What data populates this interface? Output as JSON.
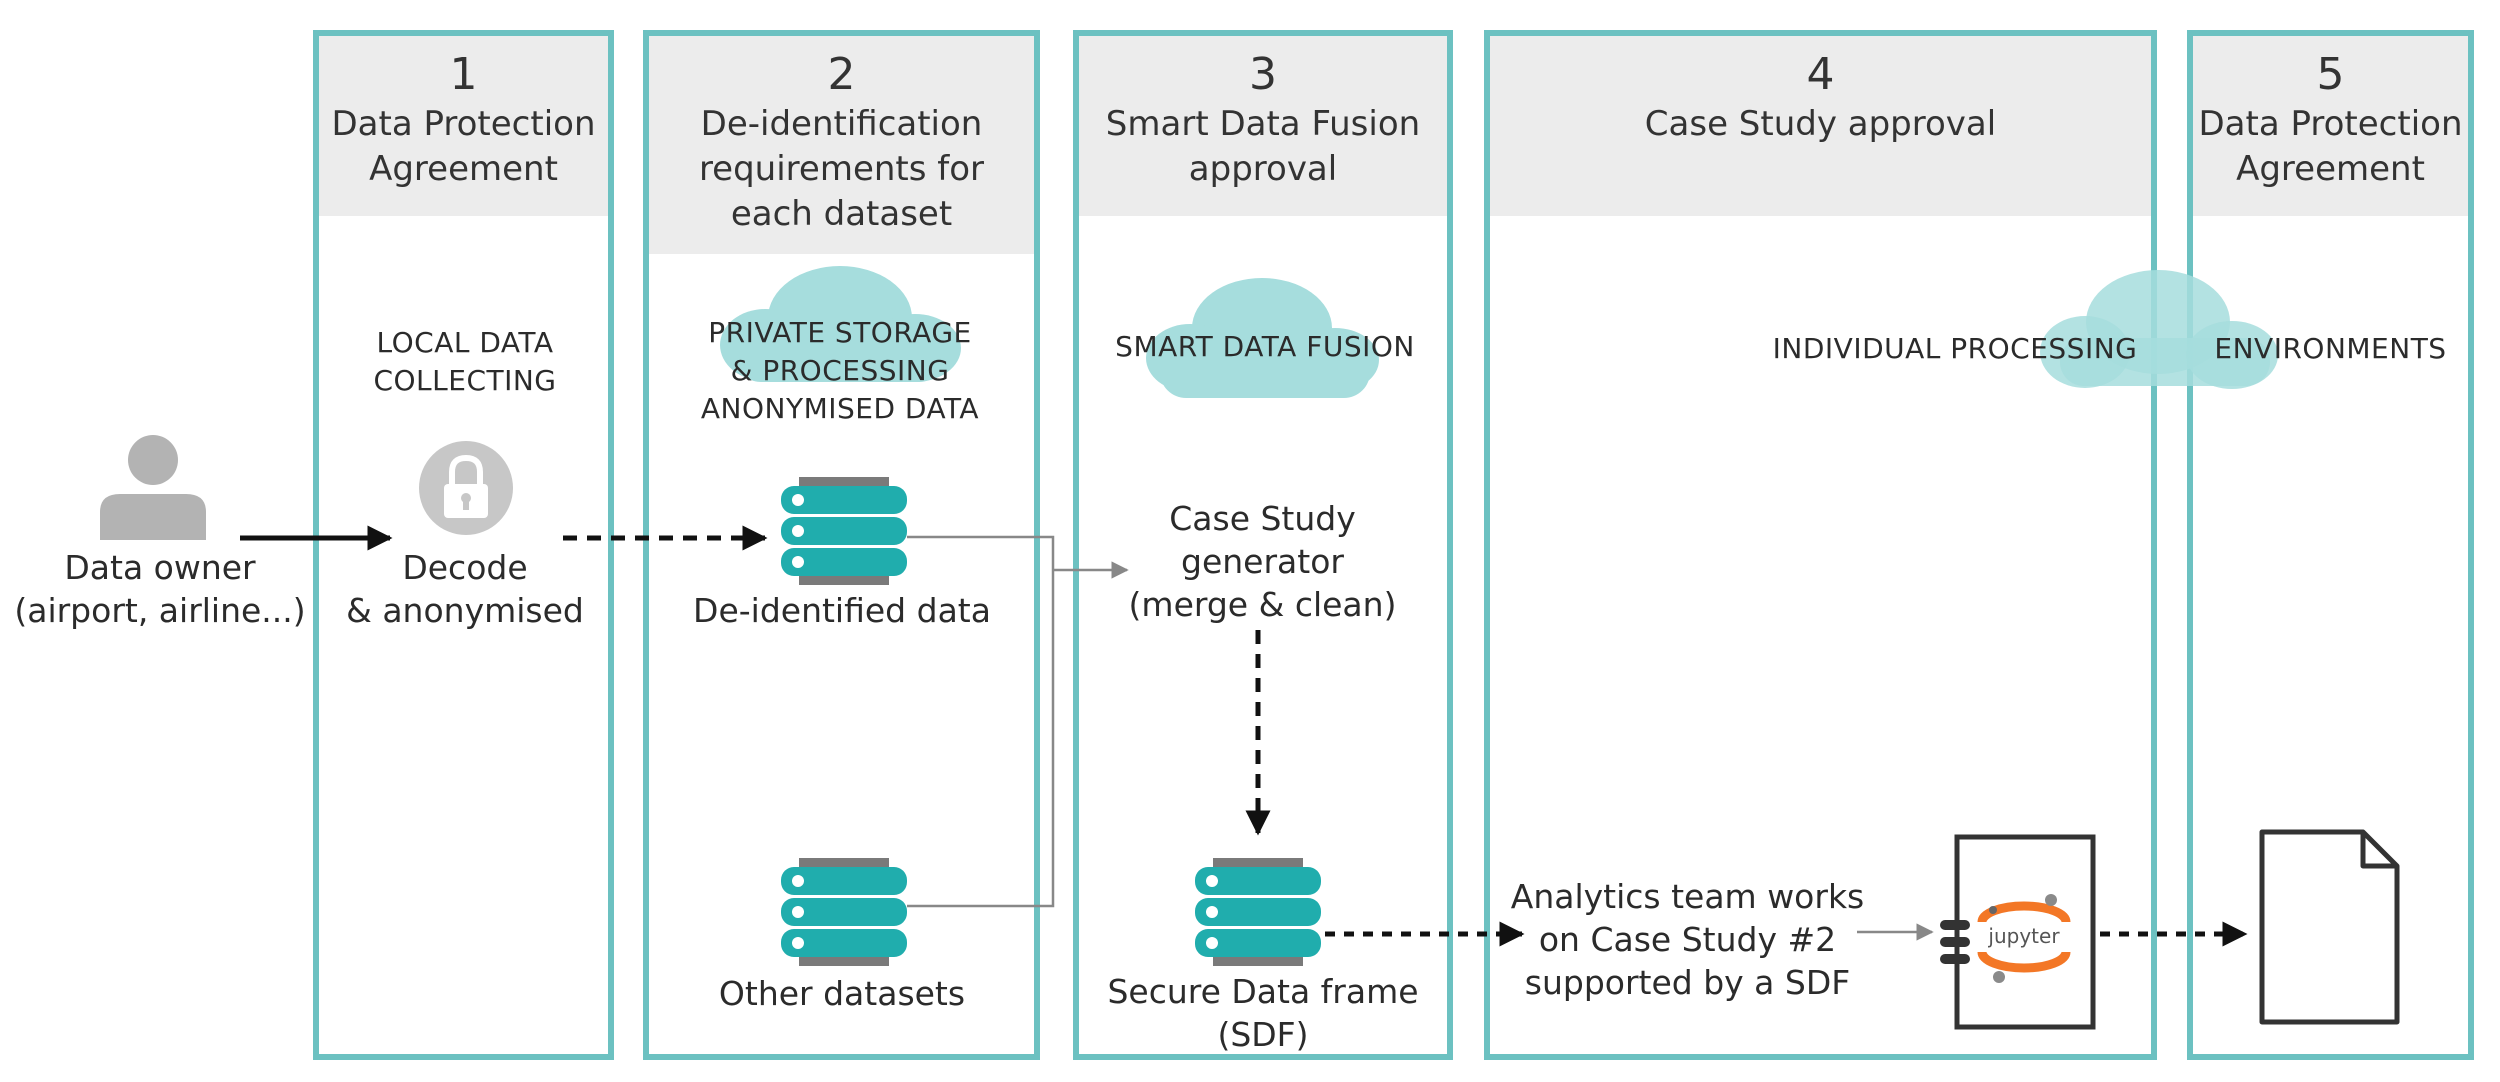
{
  "stages": [
    {
      "number": "1",
      "title": "Data Protection\nAgreement"
    },
    {
      "number": "2",
      "title": "De-identification\nrequirements\nfor each dataset"
    },
    {
      "number": "3",
      "title": "Smart Data Fusion\napproval"
    },
    {
      "number": "4",
      "title": "Case Study\napproval"
    },
    {
      "number": "5",
      "title": "Data Protection\nAgreement"
    }
  ],
  "nodes": {
    "data_owner": "Data owner\n(airport, airline...)",
    "local_collecting": "LOCAL DATA\nCOLLECTING",
    "decode": "Decode\n& anonymised",
    "private_storage": "PRIVATE STORAGE\n& PROCESSING\nANONYMISED DATA",
    "deidentified": "De-identified data",
    "other_datasets": "Other datasets",
    "smart_fusion": "SMART DATA FUSION",
    "generator": "Case Study\ngenerator\n(merge & clean)",
    "sdf": "Secure Data frame\n(SDF)",
    "individual_processing": "INDIVIDUAL PROCESSING",
    "environments": "ENVIRONMENTS",
    "analytics": "Analytics team works\non Case Study #2\nsupported by a SDF",
    "jupyter": "jupyter"
  },
  "icons": {
    "person": "person-icon",
    "lock": "lock-icon",
    "database": "database-icon",
    "cloud": "cloud-icon",
    "notebook": "jupyter-notebook-icon",
    "document": "document-icon"
  },
  "colors": {
    "panel_border": "#6cc1c1",
    "header_fill": "#ececec",
    "database": "#20adad",
    "database_cap": "#7a7a7a",
    "cloud": "#a6dddd",
    "person": "#b3b3b3",
    "jupyter_orange": "#f37726"
  }
}
